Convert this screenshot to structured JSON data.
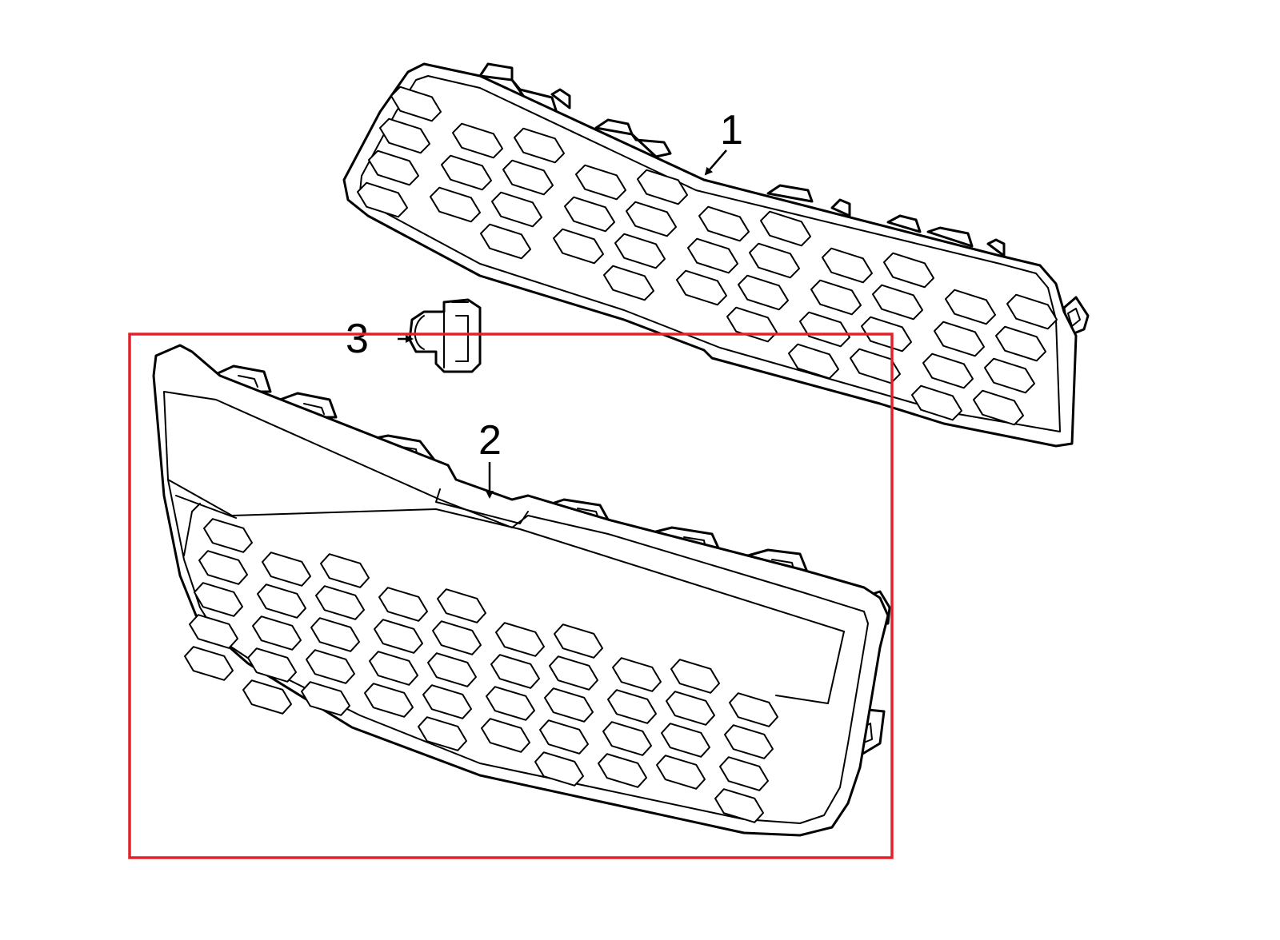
{
  "callouts": {
    "part1": "1",
    "part2": "2",
    "part3": "3"
  },
  "highlight": {
    "color": "#e3212b",
    "target": "2"
  },
  "colors": {
    "line": "#000000",
    "background": "#ffffff"
  }
}
